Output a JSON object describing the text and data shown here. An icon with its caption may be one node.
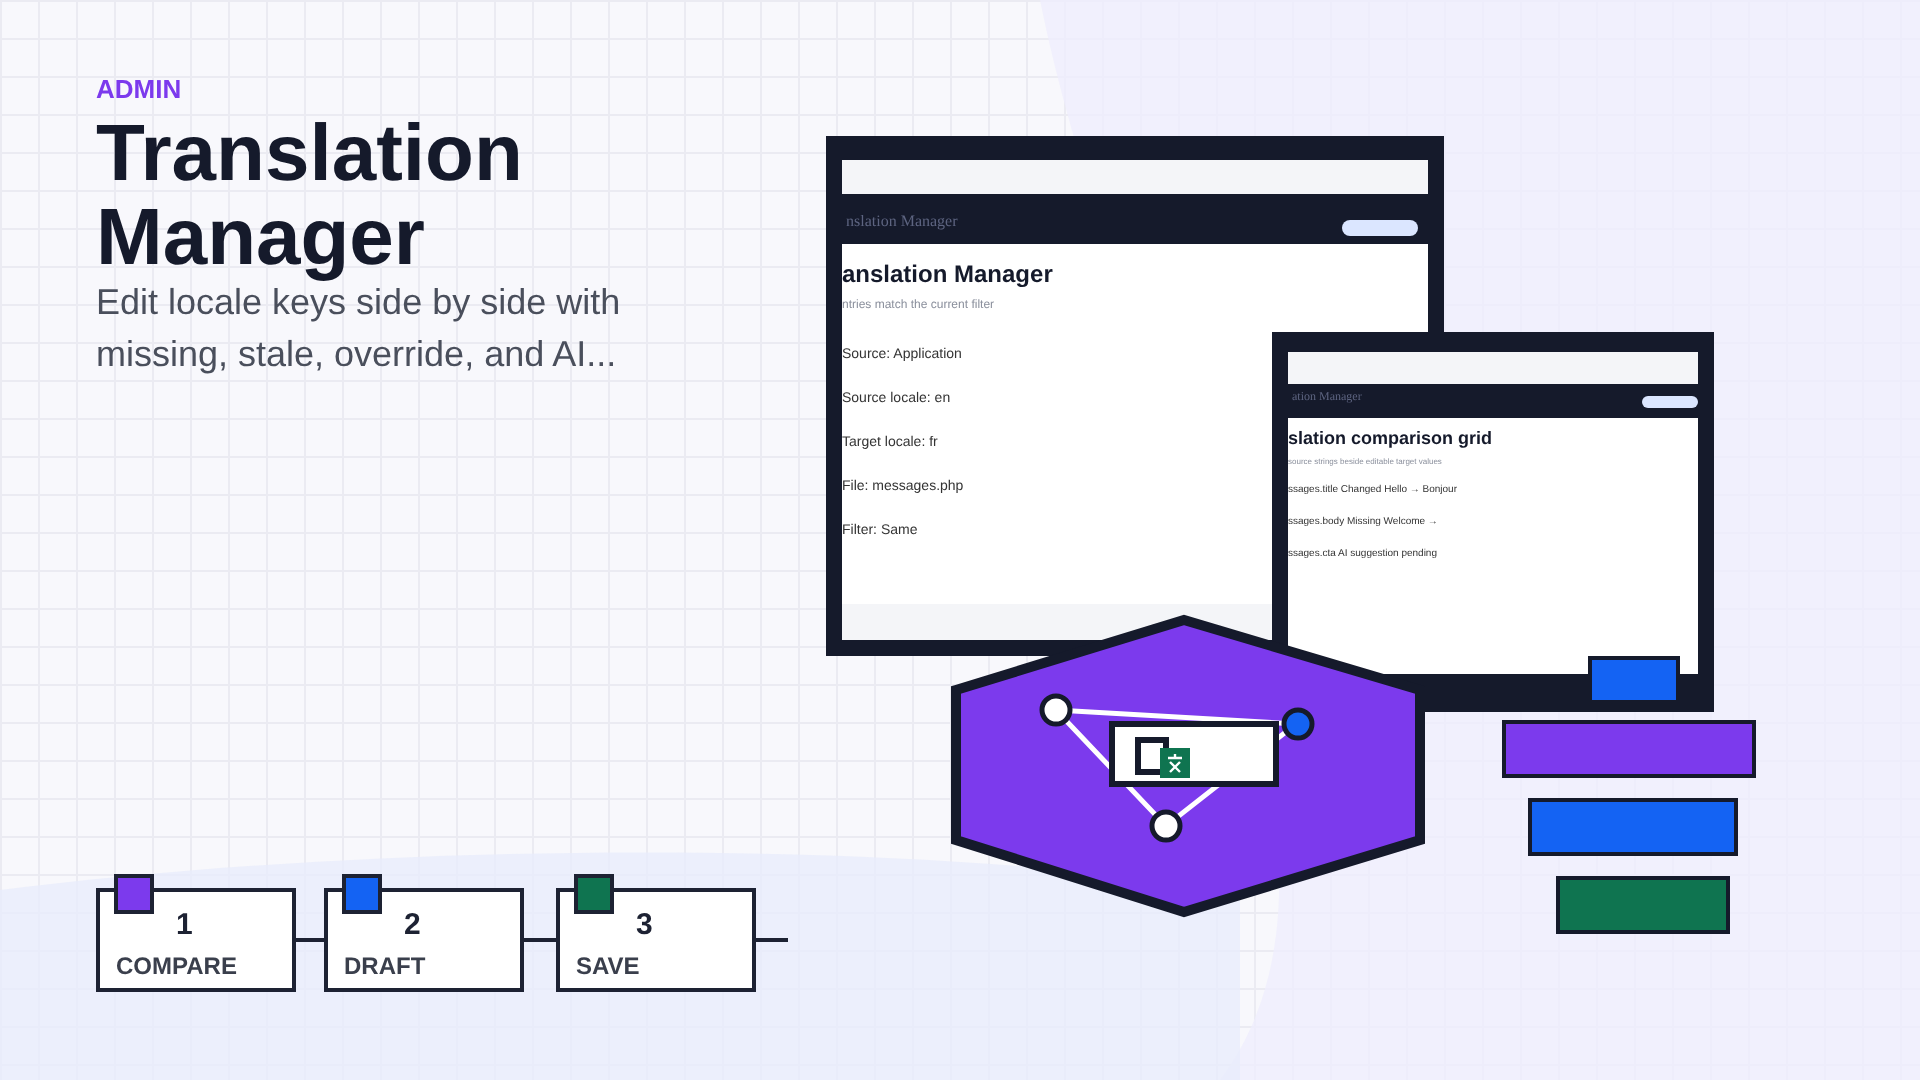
{
  "diagram": {
    "title": "Translation Manager",
    "nodes": [
      {
        "text": [
          "1",
          "COMPARE"
        ]
      },
      {
        "text": [
          "2",
          "DRAFT"
        ]
      },
      {
        "text": [
          "3",
          "SAVE"
        ]
      }
    ],
    "edges": [
      {
        "from": 0,
        "to": 1,
        "arrow": "none"
      },
      {
        "from": 1,
        "to": 2,
        "arrow": "none"
      },
      {
        "from": 2,
        "to": null,
        "arrow": "none"
      }
    ],
    "labels": [
      "ADMIN",
      "Edit locale keys side by side with missing, stale, override, and AI...",
      "nslation Manager",
      "anslation Manager",
      "ntries match the current filter",
      "Source: Application",
      "Source locale: en",
      "Target locale: fr",
      "File: messages.php",
      "Filter: Same",
      "ation Manager",
      "slation comparison grid",
      "source strings beside editable target values",
      "ssages.title  Changed  Hello → Bonjour",
      "ssages.body  Missing  Welcome →",
      "ssages.cta  AI suggestion pending"
    ]
  }
}
